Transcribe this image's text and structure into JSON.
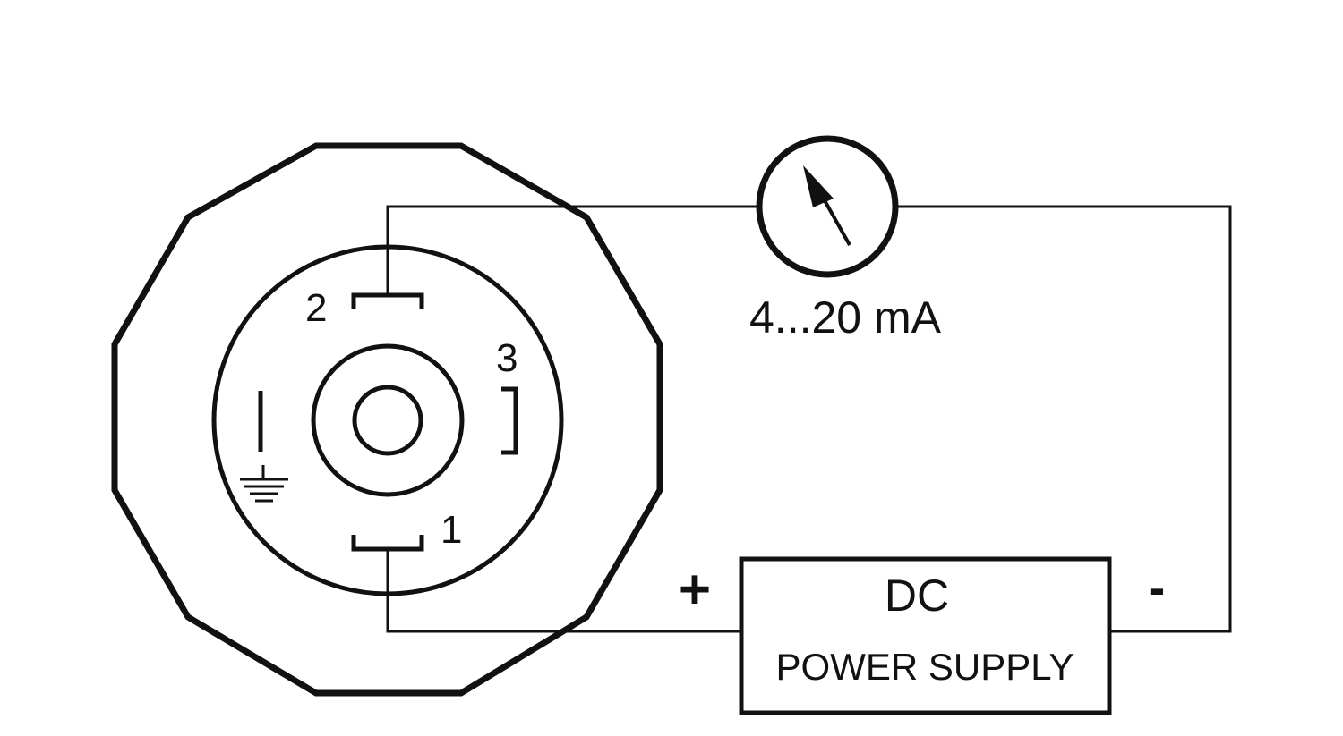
{
  "connector": {
    "pin_labels": {
      "pin1": "1",
      "pin2": "2",
      "pin3": "3"
    }
  },
  "meter": {
    "label": "4...20 mA"
  },
  "power_supply": {
    "title": "DC",
    "subtitle": "POWER SUPPLY",
    "plus": "+",
    "minus": "-"
  },
  "colors": {
    "line": "#111111",
    "background": "#ffffff"
  }
}
